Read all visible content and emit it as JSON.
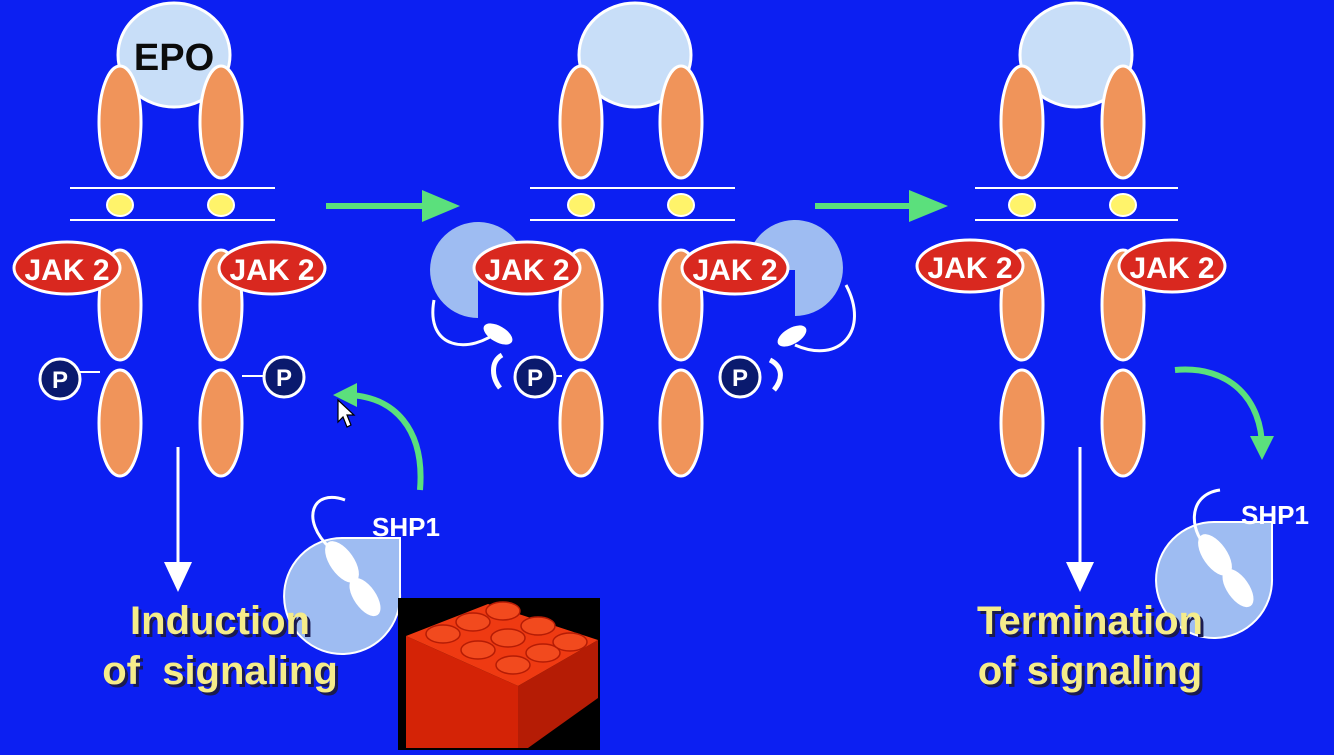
{
  "labels": {
    "epo": "EPO",
    "jak2": "JAK 2",
    "phospho": "P",
    "shp1": "SHP1"
  },
  "captions": {
    "induction_line1": "Induction",
    "induction_line2": "of  signaling",
    "termination_line1": "Termination",
    "termination_line2": "of signaling"
  },
  "colors": {
    "background": "#0c1ff2",
    "receptor": "#f0945a",
    "epo": "#c8def8",
    "jak2": "#d9281f",
    "junction": "#fff36a",
    "phospho": "#0a1a6e",
    "shp1": "#9ebcf2",
    "arrow": "#5be07c",
    "caption": "#f5ec8a",
    "lego": "#e32b0c"
  },
  "icons": {
    "cursor": "mouse-pointer-icon",
    "lego": "lego-brick-icon"
  }
}
